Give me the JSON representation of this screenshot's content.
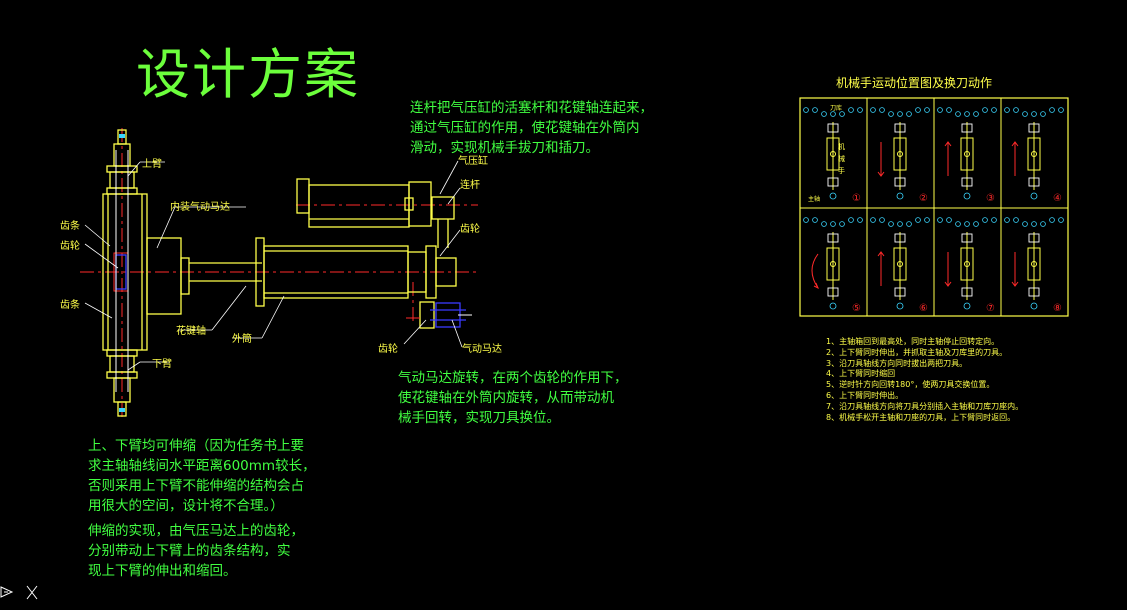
{
  "title": "设计方案",
  "desc_top": [
    "连杆把气压缸的活塞杆和花键轴连起来，",
    "通过气压缸的作用，使花键轴在外筒内",
    "滑动，实现机械手拔刀和插刀。"
  ],
  "desc_mid": [
    "气动马达旋转，在两个齿轮的作用下，",
    "使花键轴在外筒内旋转，从而带动机",
    "械手回转，实现刀具换位。"
  ],
  "desc_bottom1": [
    "上、下臂均可伸缩（因为任务书上要",
    "求主轴轴线间水平距离600mm较长，",
    "否则采用上下臂不能伸缩的结构会占",
    "用很大的空间，设计将不合理。）"
  ],
  "desc_bottom2": [
    "伸缩的实现，由气压马达上的齿轮，",
    "分别带动上下臂上的齿条结构，实",
    "现上下臂的伸出和缩回。"
  ],
  "labels": {
    "shang_bi": "上臂",
    "xia_bi": "下臂",
    "nei_zhuang": "内装气动马达",
    "chi_tiao_1": "齿条",
    "chi_lun_1": "齿轮",
    "chi_tiao_2": "齿条",
    "hua_jian_zhou": "花键轴",
    "wai_tong": "外筒",
    "qi_ya_gang": "气压缸",
    "lian_gan": "连杆",
    "chi_lun_2": "齿轮",
    "chi_lun_3": "齿轮",
    "qi_dong_ma_da": "气动马达"
  },
  "panel": {
    "title": "机械手运动位置图及换刀动作",
    "cell_labels": {
      "dao_ku": "刀库",
      "zhu_zhou": "主轴",
      "ji": "机",
      "xie": "械",
      "shou": "手"
    },
    "numbers": [
      "①",
      "②",
      "③",
      "④",
      "⑤",
      "⑥",
      "⑦",
      "⑧"
    ]
  },
  "steps": [
    "1、主轴箱回到最高处，同时主轴停止回转定向。",
    "2、上下臂同时伸出，并抓取主轴及刀库里的刀具。",
    "3、沿刀具轴线方向同时拔出两把刀具。",
    "4、上下臂同时缩回",
    "5、逆时针方向回转180°，使两刀具交换位置。",
    "6、上下臂同时伸出。",
    "7、沿刀具轴线方向将刀具分别插入主轴和刀库刀座内。",
    "8、机械手松开主轴和刀座的刀具，上下臂同时返回。"
  ],
  "colors": {
    "green": "#41ff41",
    "yellow": "#ffff4a",
    "red": "#ff2a2a",
    "blue": "#3a3aff",
    "white": "#ffffff",
    "cyan": "#3ad6ff"
  },
  "ucs_icon": "ucs-axis-icon"
}
